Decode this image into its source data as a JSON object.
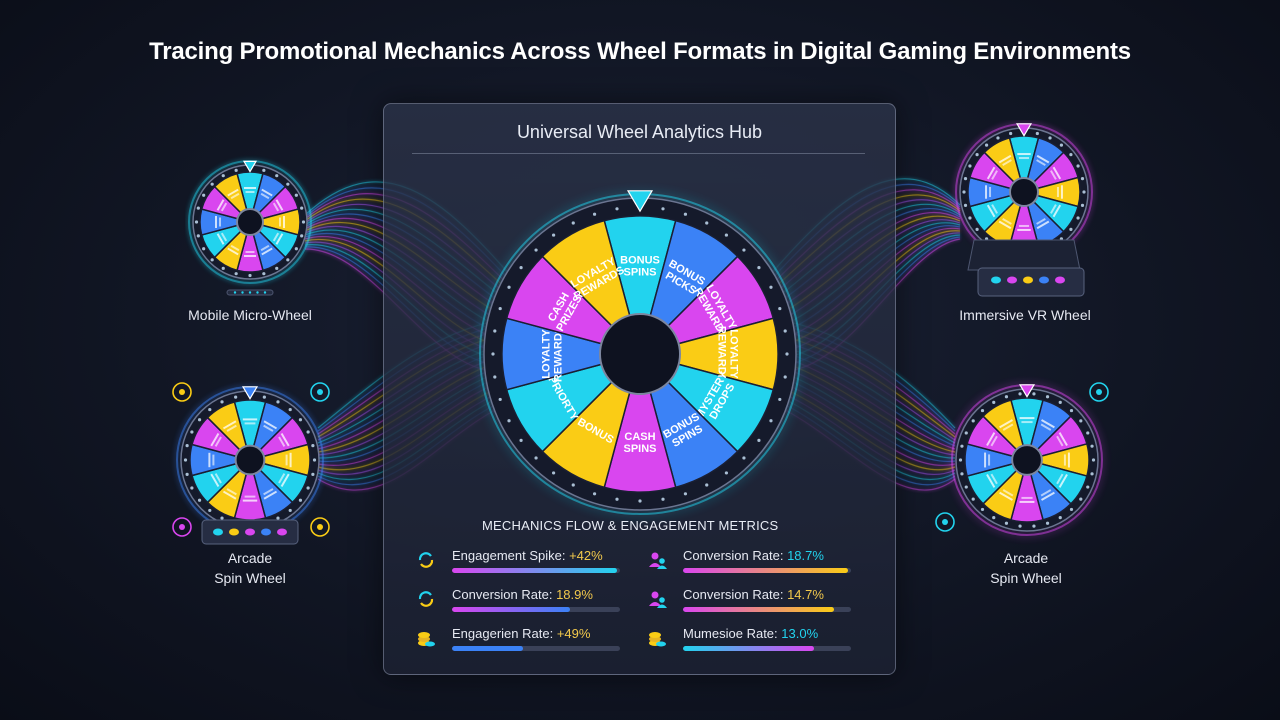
{
  "title": "Tracing Promotional Mechanics Across Wheel Formats in Digital Gaming Environments",
  "hub": {
    "title": "Universal Wheel Analytics Hub",
    "segments": [
      "BONUS SPINS",
      "BONUS PICKS",
      "LOYALTY REWARDS",
      "LOYALTY REWARDS",
      "MYSTERY DROPS",
      "BONUS SPINS",
      "CASH SPINS",
      "BONUS",
      "PRIORTY",
      "LOYALTY REWARDS",
      "CASH PRIZES",
      "LOYALTY REWARDS"
    ],
    "metrics_title": "MECHANICS FLOW & ENGAGEMENT METRICS",
    "metrics": [
      {
        "label": "Engagement Spike:",
        "value": "+42%",
        "value_color": "#f2c94c",
        "icon": "refresh-icon",
        "fill": 0.98,
        "colors": [
          "#d946ef",
          "#22d3ee"
        ]
      },
      {
        "label": "Conversion Rate:",
        "value": "18.7%",
        "value_color": "#22d3ee",
        "icon": "users-icon",
        "fill": 0.98,
        "colors": [
          "#d946ef",
          "#facc15"
        ]
      },
      {
        "label": "Conversion Rate:",
        "value": "18.9%",
        "value_color": "#f2c94c",
        "icon": "refresh-icon",
        "fill": 0.7,
        "colors": [
          "#d946ef",
          "#3b82f6"
        ]
      },
      {
        "label": "Conversion Rate:",
        "value": "14.7%",
        "value_color": "#f2c94c",
        "icon": "users-icon",
        "fill": 0.9,
        "colors": [
          "#d946ef",
          "#facc15"
        ]
      },
      {
        "label": "Engagerien Rate:",
        "value": "+49%",
        "value_color": "#f2c94c",
        "icon": "coins-icon",
        "fill": 0.42,
        "colors": [
          "#3b82f6",
          "#3b82f6"
        ]
      },
      {
        "label": "Mumesioe Rate:",
        "value": "13.0%",
        "value_color": "#22d3ee",
        "icon": "coins-icon",
        "fill": 0.78,
        "colors": [
          "#22d3ee",
          "#d946ef"
        ]
      }
    ]
  },
  "wheels": {
    "mobile": {
      "label": "Mobile Micro-Wheel"
    },
    "vr": {
      "label": "Immersive VR Wheel"
    },
    "arcade_left": {
      "label_line1": "Arcade",
      "label_line2": "Spin Wheel"
    },
    "arcade_right": {
      "label_line1": "Arcade",
      "label_line2": "Spin Wheel"
    }
  },
  "colors": {
    "magenta": "#d946ef",
    "cyan": "#22d3ee",
    "blue": "#3b82f6",
    "yellow": "#facc15",
    "violet": "#a855f7"
  }
}
